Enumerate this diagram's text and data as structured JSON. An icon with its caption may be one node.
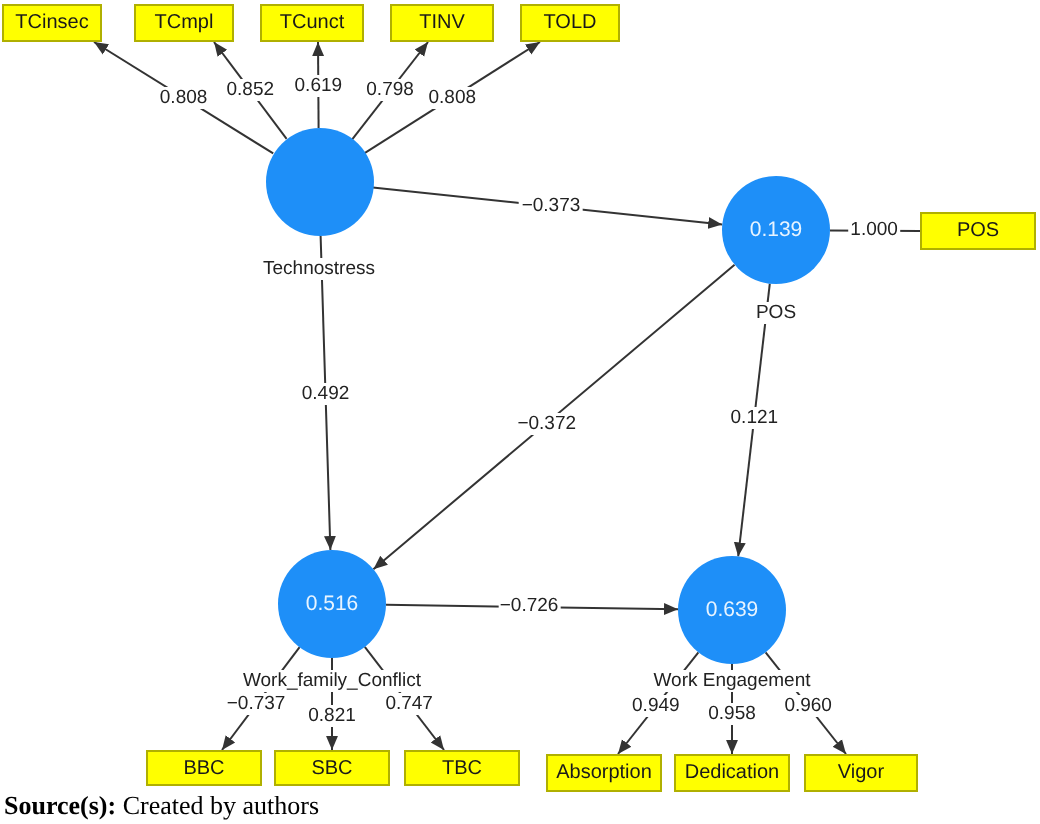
{
  "diagram": {
    "caption": "**Source(s):** Created by authors",
    "nodes": [
      {
        "text": [
          "TCinsec"
        ]
      },
      {
        "text": [
          "TCmpl"
        ]
      },
      {
        "text": [
          "TCunct"
        ]
      },
      {
        "text": [
          "TINV"
        ]
      },
      {
        "text": [
          "TOLD"
        ]
      },
      {
        "text": [
          "Technostress"
        ]
      },
      {
        "text": [
          "0.139",
          "POS"
        ]
      },
      {
        "text": [
          "POS"
        ]
      },
      {
        "text": [
          "0.516",
          "Work_family_Conflict"
        ]
      },
      {
        "text": [
          "0.639",
          "Work Engagement"
        ]
      },
      {
        "text": [
          "BBC"
        ]
      },
      {
        "text": [
          "SBC"
        ]
      },
      {
        "text": [
          "TBC"
        ]
      },
      {
        "text": [
          "Absorption"
        ]
      },
      {
        "text": [
          "Dedication"
        ]
      },
      {
        "text": [
          "Vigor"
        ]
      }
    ],
    "edges": [
      {
        "from": 5,
        "to": 0,
        "arrow": "to",
        "label": "0.808"
      },
      {
        "from": 5,
        "to": 1,
        "arrow": "to",
        "label": "0.852"
      },
      {
        "from": 5,
        "to": 2,
        "arrow": "to",
        "label": "0.619"
      },
      {
        "from": 5,
        "to": 3,
        "arrow": "to",
        "label": "0.798"
      },
      {
        "from": 5,
        "to": 4,
        "arrow": "to",
        "label": "0.808"
      },
      {
        "from": 5,
        "to": 6,
        "arrow": "to",
        "label": "−0.373"
      },
      {
        "from": 6,
        "to": 7,
        "arrow": "none",
        "label": "1.000"
      },
      {
        "from": 5,
        "to": 8,
        "arrow": "to",
        "label": "0.492"
      },
      {
        "from": 6,
        "to": 8,
        "arrow": "to",
        "label": "−0.372"
      },
      {
        "from": 8,
        "to": 9,
        "arrow": "to",
        "label": "−0.726"
      },
      {
        "from": 6,
        "to": 9,
        "arrow": "to",
        "label": "0.121"
      },
      {
        "from": 8,
        "to": 10,
        "arrow": "to",
        "label": "−0.737"
      },
      {
        "from": 8,
        "to": 11,
        "arrow": "to",
        "label": "0.821"
      },
      {
        "from": 8,
        "to": 12,
        "arrow": "to",
        "label": "0.747"
      },
      {
        "from": 9,
        "to": 13,
        "arrow": "to",
        "label": "0.949"
      },
      {
        "from": 9,
        "to": 14,
        "arrow": "to",
        "label": "0.958"
      },
      {
        "from": 9,
        "to": 15,
        "arrow": "to",
        "label": "0.960"
      }
    ]
  }
}
